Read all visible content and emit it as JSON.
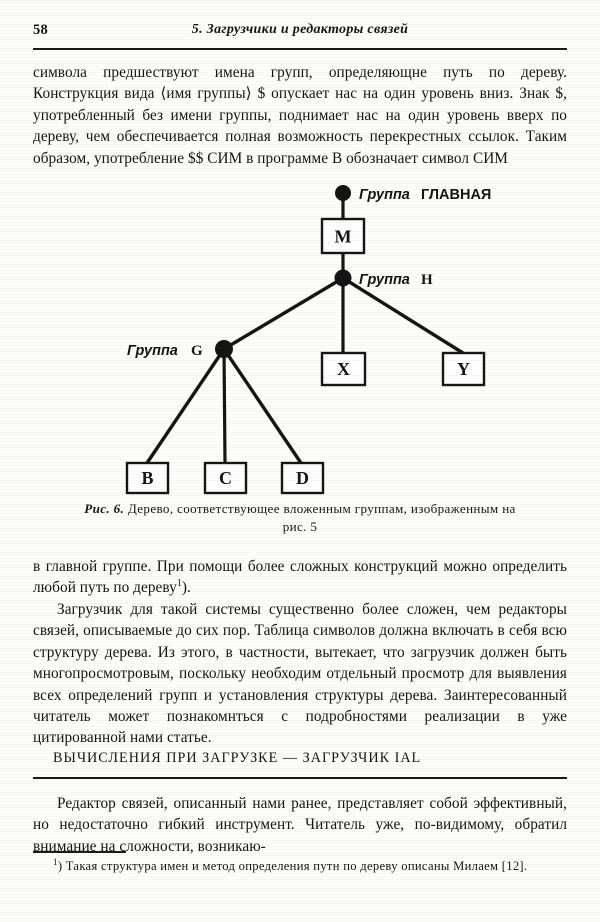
{
  "page": {
    "folio": "58",
    "running_title": "5. Загрузчики и редакторы связей"
  },
  "body": {
    "para_1": "символа предшествуют имена групп, определяющне путь по дереву. Конструкция вида ⟨имя группы⟩ $ опускает нас на один уровень вниз. Знак $, употребленный без имени группы, поднимает нас на один уровень вверх по дереву, чем обеспечивается полная возможность перекрестных ссылок. Таким образом, употребление $$ СИМ в программе В обозначает символ СИМ",
    "para_2_main": "в главной группе. При помощи более сложных конструкций можно определить любой путь по дереву",
    "para_2_footmark": "1",
    "para_2_tail": ").",
    "para_3": "Загрузчик для такой системы существенно более сложен, чем редакторы связей, описываемые до сих пор. Таблица символов должна включать в себя всю структуру дерева. Из этого, в частности, вытекает, что загрузчик должен быть многопросмотровым, поскольку необходим отдельный просмотр для выявления всех определений групп и установления структуры дерева. Заинтересованный читатель может познакомнться с подробностями реализации в уже цитированной нами статье.",
    "para_4": "Редактор связей, описанный нами ранее, представляет собой эффективный, но недостаточно гибкий инструмент. Читатель уже, по-видимому, обратил внимание на сложности, возникаю-"
  },
  "section": {
    "heading": "ВЫЧИСЛЕНИЯ ПРИ ЗАГРУЗКЕ — ЗАГРУЗЧИК IAL"
  },
  "figure": {
    "caption_number": "Рис. 6.",
    "caption_text": "Дерево, соответствующее вложенным группам, изображенным на",
    "caption_line2": "рис. 5",
    "nodes": [
      {
        "id": "root",
        "kind": "dot",
        "label_italic": "Группа",
        "label_upright": "ГЛАВНАЯ",
        "label_side": "right"
      },
      {
        "id": "h",
        "kind": "dot",
        "label_italic": "Группа",
        "label_upright": "H",
        "label_side": "right"
      },
      {
        "id": "g",
        "kind": "dot",
        "label_italic": "Группа",
        "label_upright": "G",
        "label_side": "left"
      }
    ],
    "boxes": [
      {
        "id": "m",
        "label": "M"
      },
      {
        "id": "x",
        "label": "X"
      },
      {
        "id": "y",
        "label": "Y"
      },
      {
        "id": "b",
        "label": "B"
      },
      {
        "id": "c",
        "label": "C"
      },
      {
        "id": "d",
        "label": "D"
      }
    ]
  },
  "footnote": {
    "marker": "1",
    "text": ") Такая структура имен и метод определения путн по дереву описаны Милаем [12]."
  },
  "colors": {
    "ink": "#141414",
    "paper": "#fdfdfb"
  }
}
